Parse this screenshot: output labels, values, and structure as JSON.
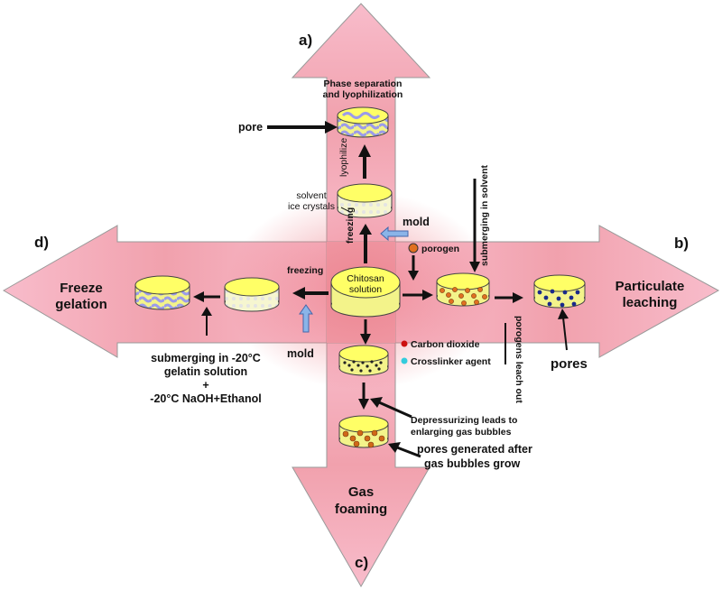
{
  "panels": {
    "a": "a)",
    "b": "b)",
    "c": "c)",
    "d": "d)"
  },
  "methods": {
    "top_line1": "Phase separation",
    "top_line2": "and  lyophilization",
    "right_line1": "Particulate",
    "right_line2": "leaching",
    "bottom_line1": "Gas",
    "bottom_line2": "foaming",
    "left_line1": "Freeze",
    "left_line2": "gelation"
  },
  "center": {
    "line1": "Chitosan",
    "line2": "solution"
  },
  "labels": {
    "pore": "pore",
    "lyophilize": "lyophilize",
    "solvent_line1": "solvent",
    "solvent_line2": "ice crystals",
    "freezing_vertical": "freezing",
    "mold_top": "mold",
    "porogen": "porogen",
    "submerging_solvent": "submerging in solvent",
    "porogens_leach_out": "porogens leach out",
    "pores_right": "pores",
    "freezing_left": "freezing",
    "mold_left": "mold",
    "submerging_line1": "submerging in -20°C",
    "submerging_line2": "gelatin solution",
    "submerging_plus": "+",
    "submerging_line3": "-20°C NaOH+Ethanol",
    "carbon_dioxide": "Carbon dioxide",
    "crosslinker": "Crosslinker agent",
    "depressurizing_line1": "Depressurizing leads to",
    "depressurizing_line2": "enlarging  gas bubbles",
    "pores_generated_line1": "pores generated after",
    "pores_generated_line2": "gas bubbles grow"
  },
  "colors": {
    "arrow_fill": "#f4a6b8",
    "arrow_center": "#ee8f99",
    "disc_yellow": "#ffff66",
    "disc_side": "#f3f38a",
    "porous_blue": "#a9a9f0",
    "porogen_orange": "#e07020",
    "co2_red": "#cc1010",
    "crosslinker_cyan": "#33ccdd",
    "mold_blue": "#8ab4e8"
  }
}
